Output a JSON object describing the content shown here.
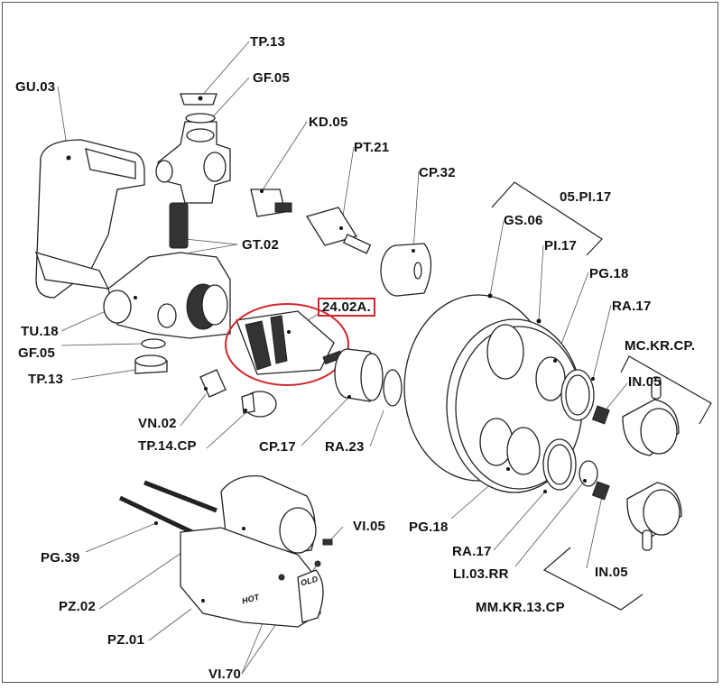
{
  "diagram": {
    "title": "Exploded parts diagram - thermostatic shower mixer",
    "highlight_color": "#d0262c",
    "highlighted_part": "24.02A.",
    "labels": {
      "tp13_top": "TP.13",
      "gf05_top": "GF.05",
      "gu03": "GU.03",
      "kd05": "KD.05",
      "pt21": "PT.21",
      "cp32": "CP.32",
      "pi17_group": "05.PI.17",
      "gs06": "GS.06",
      "pi17": "PI.17",
      "pg18_top": "PG.18",
      "ra17_top": "RA.17",
      "mckrcp": "MC.KR.CP.",
      "in05_top": "IN.05",
      "gt02": "GT.02",
      "tu18": "TU.18",
      "gf05_bottom": "GF.05",
      "tp13_bottom": "TP.13",
      "cartridge": "24.02A.",
      "vn02": "VN.02",
      "tp14cp": "TP.14.CP",
      "cp17": "CP.17",
      "ra23": "RA.23",
      "pg18_bottom": "PG.18",
      "ra17_bottom": "RA.17",
      "li03rr": "LI.03.RR",
      "in05_bottom": "IN.05",
      "mmkr13cp": "MM.KR.13.CP",
      "vi05": "VI.05",
      "pg39": "PG.39",
      "pz02": "PZ.02",
      "pz01": "PZ.01",
      "vi70": "VI.70"
    },
    "embossed_text": {
      "hot": "HOT",
      "cold": "OLD"
    }
  }
}
